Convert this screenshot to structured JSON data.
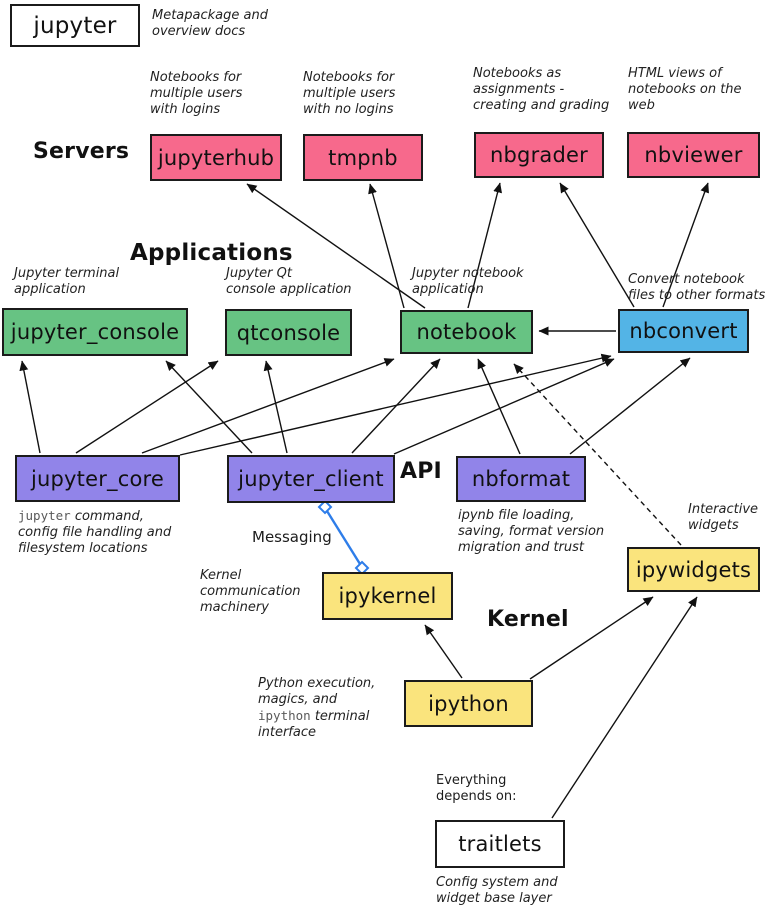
{
  "diagram_title": "Jupyter ecosystem dependency diagram",
  "sections": {
    "servers": "Servers",
    "applications": "Applications",
    "api": "API",
    "kernel": "Kernel"
  },
  "nodes": {
    "jupyter": {
      "label": "jupyter"
    },
    "jupyterhub": {
      "label": "jupyterhub"
    },
    "tmpnb": {
      "label": "tmpnb"
    },
    "nbgrader": {
      "label": "nbgrader"
    },
    "nbviewer": {
      "label": "nbviewer"
    },
    "jupyter_console": {
      "label": "jupyter_console"
    },
    "qtconsole": {
      "label": "qtconsole"
    },
    "notebook": {
      "label": "notebook"
    },
    "nbconvert": {
      "label": "nbconvert"
    },
    "jupyter_core": {
      "label": "jupyter_core"
    },
    "jupyter_client": {
      "label": "jupyter_client"
    },
    "nbformat": {
      "label": "nbformat"
    },
    "ipywidgets": {
      "label": "ipywidgets"
    },
    "ipykernel": {
      "label": "ipykernel"
    },
    "ipython": {
      "label": "ipython"
    },
    "traitlets": {
      "label": "traitlets"
    }
  },
  "annotations": {
    "jupyter": "Metapackage and\noverview docs",
    "jupyterhub": "Notebooks for\nmultiple users\nwith logins",
    "tmpnb": "Notebooks for\nmultiple users\nwith no logins",
    "nbgrader": "Notebooks as\nassignments -\ncreating and grading",
    "nbviewer": "HTML views of\nnotebooks on the\nweb",
    "jupyter_console": "Jupyter terminal\napplication",
    "qtconsole": "Jupyter Qt\nconsole application",
    "notebook": "Jupyter notebook\napplication",
    "nbconvert": "Convert notebook\nfiles to other formats",
    "jupyter_core": {
      "mono": "jupyter",
      "rest": " command,\nconfig file handling and\nfilesystem locations"
    },
    "nbformat": "ipynb file loading,\nsaving, format version\nmigration and trust",
    "ipywidgets": "Interactive\nwidgets",
    "ipykernel": "Kernel\ncommunication\nmachinery",
    "ipython": {
      "pre": "Python execution,\nmagics, and\n",
      "mono": "ipython",
      "post": " terminal\ninterface"
    },
    "everything": "Everything\ndepends on:",
    "traitlets": "Config system and\nwidget base layer"
  },
  "messaging_label": "Messaging",
  "colors": {
    "server": "#F7698C",
    "application": "#67C383",
    "converter": "#53B4E6",
    "api": "#9184E9",
    "kernel": "#FAE47D",
    "plain": "#FFFFFF",
    "link": "#2E7DE9",
    "arrow": "#111111"
  }
}
